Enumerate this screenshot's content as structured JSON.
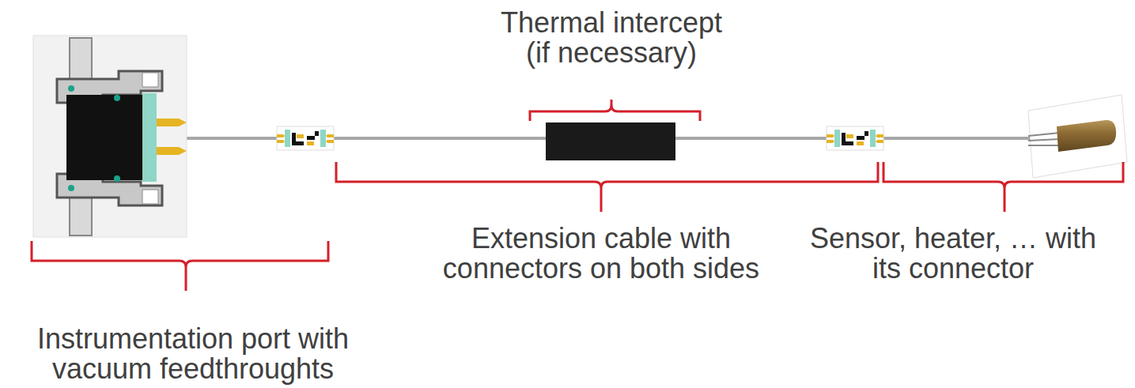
{
  "diagram": {
    "labels": [
      "Thermal intercept (if necessary)",
      "Extension cable with connectors on both sides",
      "Sensor, heater, … with its connector",
      "Instrumentation port with vacuum feedthroughts"
    ]
  }
}
